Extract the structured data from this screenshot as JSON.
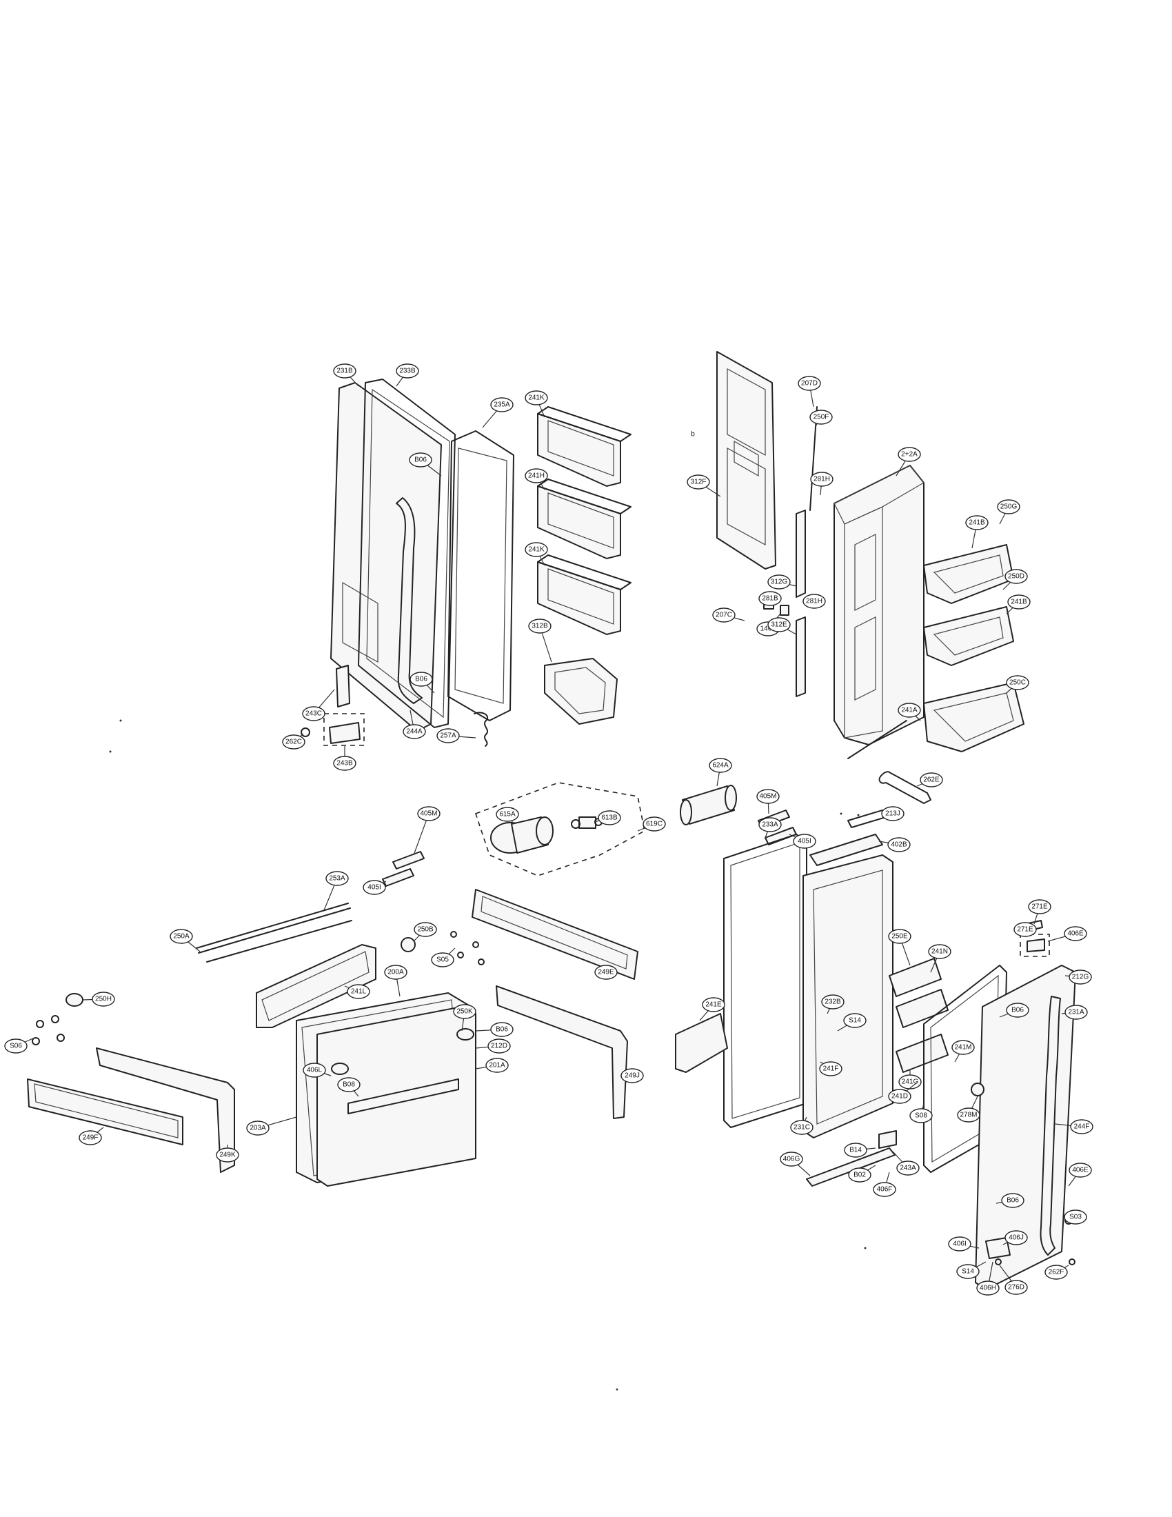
{
  "diagram": {
    "type": "exploded parts diagram",
    "stray_marks": [
      "b"
    ],
    "callouts": [
      {
        "id": "231B",
        "label": "231B"
      },
      {
        "id": "233B",
        "label": "233B"
      },
      {
        "id": "235A",
        "label": "235A"
      },
      {
        "id": "241K-1",
        "label": "241K"
      },
      {
        "id": "241H",
        "label": "241H"
      },
      {
        "id": "241K-2",
        "label": "241K"
      },
      {
        "id": "B06-1",
        "label": "B06"
      },
      {
        "id": "312B",
        "label": "312B"
      },
      {
        "id": "B06-2",
        "label": "B06"
      },
      {
        "id": "243C",
        "label": "243C"
      },
      {
        "id": "262C",
        "label": "262C"
      },
      {
        "id": "243B",
        "label": "243B"
      },
      {
        "id": "244A",
        "label": "244A"
      },
      {
        "id": "257A",
        "label": "257A"
      },
      {
        "id": "207D",
        "label": "207D"
      },
      {
        "id": "250F",
        "label": "250F"
      },
      {
        "id": "242A",
        "label": "2+2A"
      },
      {
        "id": "312F",
        "label": "312F"
      },
      {
        "id": "281H-1",
        "label": "281H"
      },
      {
        "id": "250G",
        "label": "250G"
      },
      {
        "id": "241B-1",
        "label": "241B"
      },
      {
        "id": "250D",
        "label": "250D"
      },
      {
        "id": "241B-2",
        "label": "241B"
      },
      {
        "id": "281B",
        "label": "281B"
      },
      {
        "id": "312G",
        "label": "312G"
      },
      {
        "id": "207C",
        "label": "207C"
      },
      {
        "id": "146F",
        "label": "146F"
      },
      {
        "id": "281H-2",
        "label": "281H"
      },
      {
        "id": "312E",
        "label": "312E"
      },
      {
        "id": "250C",
        "label": "250C"
      },
      {
        "id": "241A",
        "label": "241A"
      },
      {
        "id": "624A",
        "label": "624A"
      },
      {
        "id": "405M-1",
        "label": "405M"
      },
      {
        "id": "405I-1",
        "label": "405I"
      },
      {
        "id": "262E",
        "label": "262E"
      },
      {
        "id": "615A",
        "label": "615A"
      },
      {
        "id": "613B",
        "label": "613B"
      },
      {
        "id": "619C",
        "label": "619C"
      },
      {
        "id": "405M-2",
        "label": "405M"
      },
      {
        "id": "405I-2",
        "label": "405I"
      },
      {
        "id": "233A",
        "label": "233A"
      },
      {
        "id": "213J",
        "label": "213J"
      },
      {
        "id": "402B",
        "label": "402B"
      },
      {
        "id": "253A",
        "label": "253A"
      },
      {
        "id": "250A",
        "label": "250A"
      },
      {
        "id": "250B",
        "label": "250B"
      },
      {
        "id": "S05",
        "label": "S05"
      },
      {
        "id": "249E",
        "label": "249E"
      },
      {
        "id": "241L",
        "label": "241L"
      },
      {
        "id": "200A",
        "label": "200A"
      },
      {
        "id": "250H",
        "label": "250H"
      },
      {
        "id": "S06",
        "label": "S06"
      },
      {
        "id": "250K",
        "label": "250K"
      },
      {
        "id": "B06-3",
        "label": "B06"
      },
      {
        "id": "406L",
        "label": "406L"
      },
      {
        "id": "212D",
        "label": "212D"
      },
      {
        "id": "B08-4",
        "label": "B08"
      },
      {
        "id": "201A",
        "label": "201A"
      },
      {
        "id": "249J",
        "label": "249J"
      },
      {
        "id": "203A",
        "label": "203A"
      },
      {
        "id": "249F",
        "label": "249F"
      },
      {
        "id": "249K",
        "label": "249K"
      },
      {
        "id": "241E",
        "label": "241E"
      },
      {
        "id": "250E",
        "label": "250E"
      },
      {
        "id": "241N",
        "label": "241N"
      },
      {
        "id": "232B",
        "label": "232B"
      },
      {
        "id": "S14-1",
        "label": "S14"
      },
      {
        "id": "241F",
        "label": "241F"
      },
      {
        "id": "241M",
        "label": "241M"
      },
      {
        "id": "241G",
        "label": "241G"
      },
      {
        "id": "241D",
        "label": "241D"
      },
      {
        "id": "S08",
        "label": "S08"
      },
      {
        "id": "278M",
        "label": "278M"
      },
      {
        "id": "231C",
        "label": "231C"
      },
      {
        "id": "406G",
        "label": "406G"
      },
      {
        "id": "B14",
        "label": "B14"
      },
      {
        "id": "B02",
        "label": "B02"
      },
      {
        "id": "243A",
        "label": "243A"
      },
      {
        "id": "406F",
        "label": "406F"
      },
      {
        "id": "271E-1",
        "label": "271E"
      },
      {
        "id": "271E-2",
        "label": "271E"
      },
      {
        "id": "406E-1",
        "label": "406E"
      },
      {
        "id": "212G",
        "label": "212G"
      },
      {
        "id": "B06-5",
        "label": "B06"
      },
      {
        "id": "231A",
        "label": "231A"
      },
      {
        "id": "244F",
        "label": "244F"
      },
      {
        "id": "B06-6",
        "label": "B06"
      },
      {
        "id": "406E-2",
        "label": "406E"
      },
      {
        "id": "S03",
        "label": "S03"
      },
      {
        "id": "406I",
        "label": "406I"
      },
      {
        "id": "406J",
        "label": "406J"
      },
      {
        "id": "S14-2",
        "label": "S14"
      },
      {
        "id": "406H",
        "label": "406H"
      },
      {
        "id": "276D",
        "label": "276D"
      },
      {
        "id": "262F",
        "label": "262F"
      }
    ]
  }
}
